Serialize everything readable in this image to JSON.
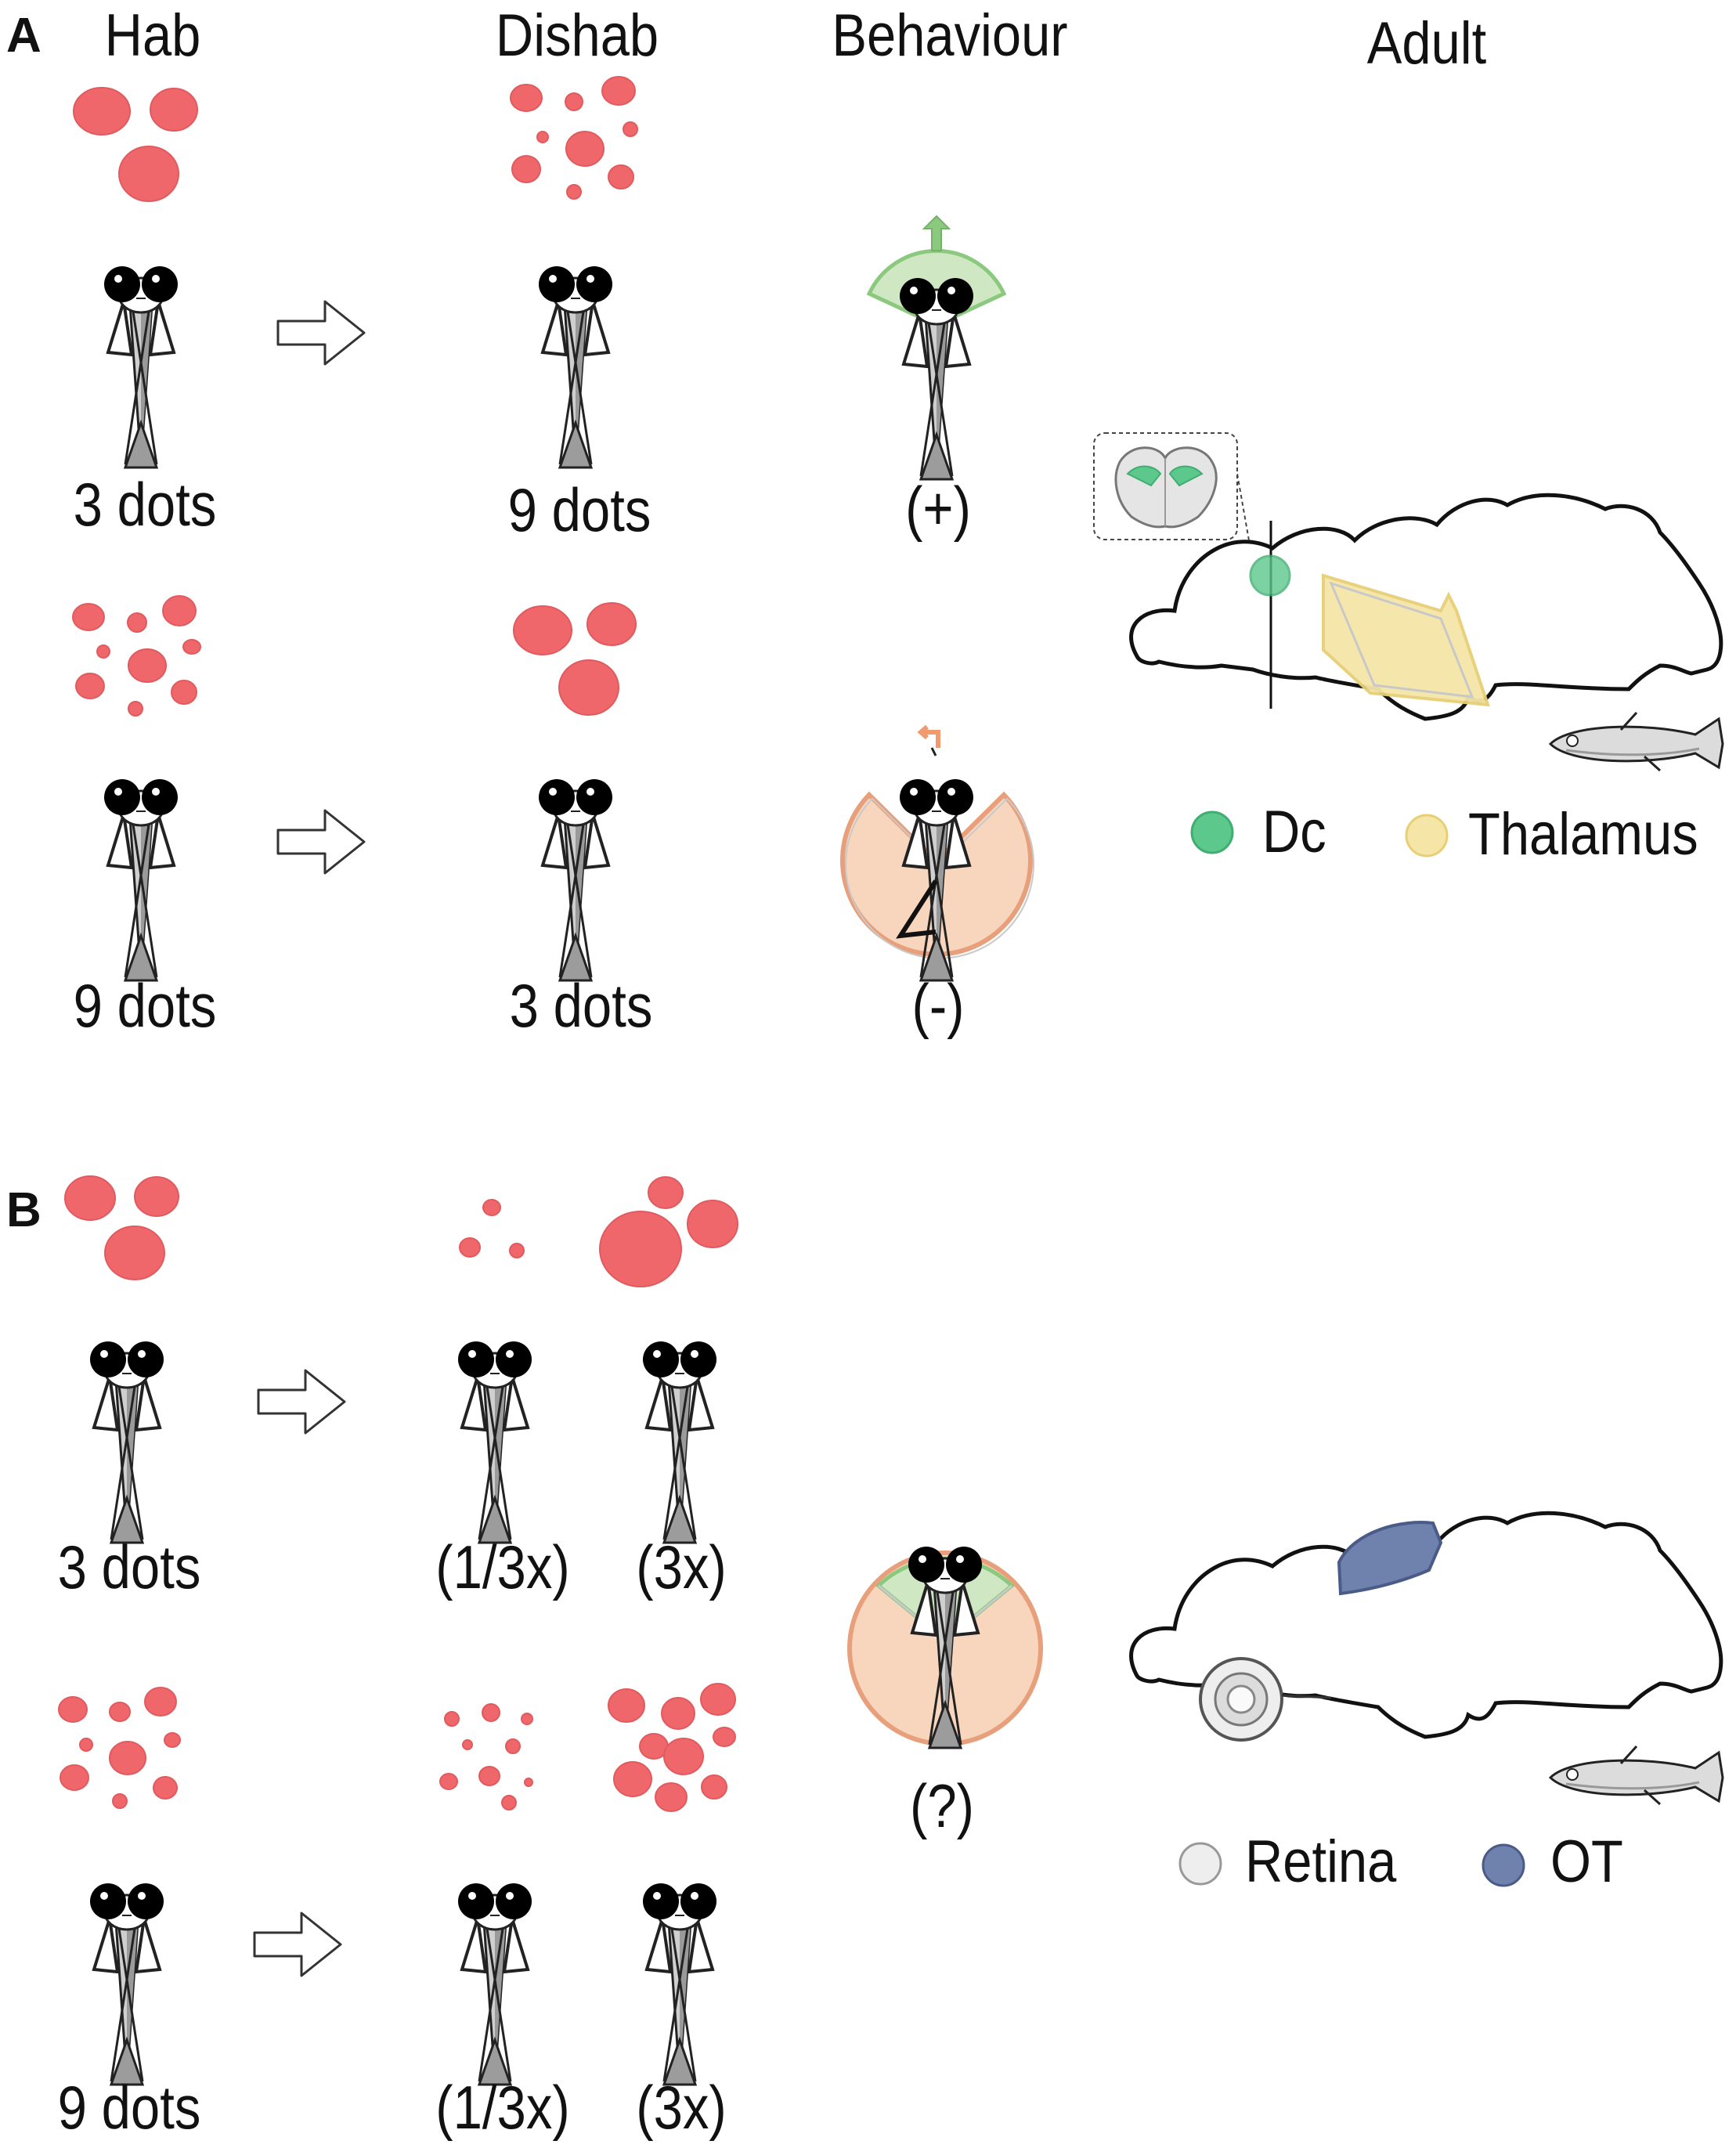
{
  "panels": {
    "a": "A",
    "b": "B"
  },
  "columns": {
    "hab": "Hab",
    "dishab": "Dishab",
    "behaviour": "Behaviour",
    "adult": "Adult"
  },
  "panel_a": {
    "row1_hab": "3 dots",
    "row1_dishab": "9 dots",
    "row1_behaviour": "(+)",
    "row2_hab": "9 dots",
    "row2_dishab": "3 dots",
    "row2_behaviour": "(-)"
  },
  "panel_b": {
    "row1_hab": "3 dots",
    "row1_small": "(1/3x)",
    "row1_large": "(3x)",
    "row2_hab": "9 dots",
    "row2_small": "(1/3x)",
    "row2_large": "(3x)",
    "behaviour": "(?)"
  },
  "legend_a": {
    "dc": "Dc",
    "thalamus": "Thalamus"
  },
  "legend_b": {
    "retina": "Retina",
    "ot": "OT"
  },
  "colors": {
    "dot": "#f0676b",
    "dc": "#5cc88c",
    "thalamus": "#f5e6a8",
    "ot": "#6f82ae",
    "retina": "#eeeeee",
    "approach": "#8bc97e",
    "avoid": "#f09a6e",
    "avoid_fill": "#f8d6bd",
    "approach_fill": "#cfe8c3"
  }
}
